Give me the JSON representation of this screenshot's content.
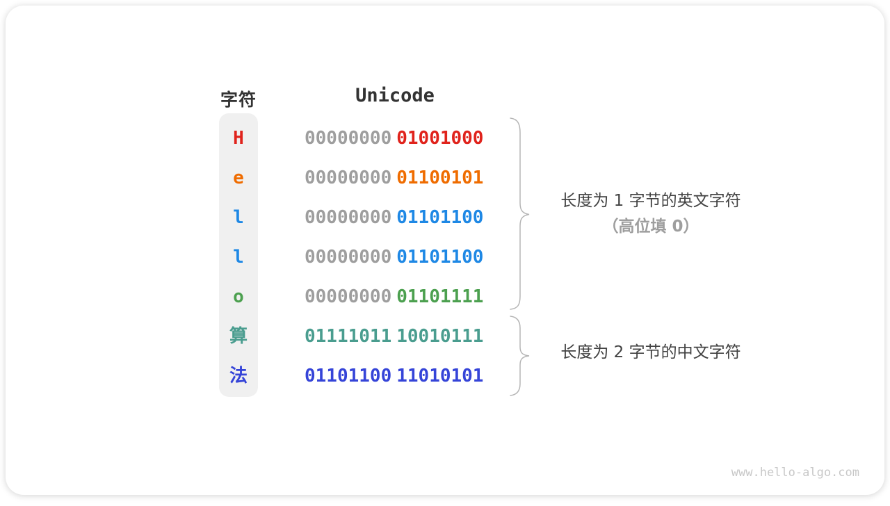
{
  "table": {
    "headers": {
      "char": "字符",
      "unicode": "Unicode"
    },
    "rows": [
      {
        "char": "H",
        "byte1": "00000000",
        "byte2": "01001000",
        "byte1_color": "#9e9e9e",
        "byte2_color": "#e0231c",
        "char_color": "#e0231c"
      },
      {
        "char": "e",
        "byte1": "00000000",
        "byte2": "01100101",
        "byte1_color": "#9e9e9e",
        "byte2_color": "#ef6c00",
        "char_color": "#ef6c00"
      },
      {
        "char": "l",
        "byte1": "00000000",
        "byte2": "01101100",
        "byte1_color": "#9e9e9e",
        "byte2_color": "#1e88e5",
        "char_color": "#1e88e5"
      },
      {
        "char": "l",
        "byte1": "00000000",
        "byte2": "01101100",
        "byte1_color": "#9e9e9e",
        "byte2_color": "#1e88e5",
        "char_color": "#1e88e5"
      },
      {
        "char": "o",
        "byte1": "00000000",
        "byte2": "01101111",
        "byte1_color": "#9e9e9e",
        "byte2_color": "#4ca04f",
        "char_color": "#4ca04f"
      },
      {
        "char": "算",
        "byte1": "01111011",
        "byte2": "10010111",
        "byte1_color": "#4a9d8f",
        "byte2_color": "#4a9d8f",
        "char_color": "#4a9d8f"
      },
      {
        "char": "法",
        "byte1": "01101100",
        "byte2": "11010101",
        "byte1_color": "#3544d8",
        "byte2_color": "#3544d8",
        "char_color": "#3544d8"
      }
    ]
  },
  "annotations": {
    "group1_line1": "长度为 1 字节的英文字符",
    "group1_line2": "（高位填 0）",
    "group2_line1": "长度为 2 字节的中文字符"
  },
  "watermark": "www.hello-algo.com",
  "colors": {
    "header_text": "#333333",
    "char_column_bg": "#f0f0f0",
    "gray_byte": "#9e9e9e",
    "brace": "#b5b5b5",
    "annotation_primary": "#424242",
    "annotation_secondary": "#9e9e9e",
    "watermark": "#c8c8c8"
  }
}
